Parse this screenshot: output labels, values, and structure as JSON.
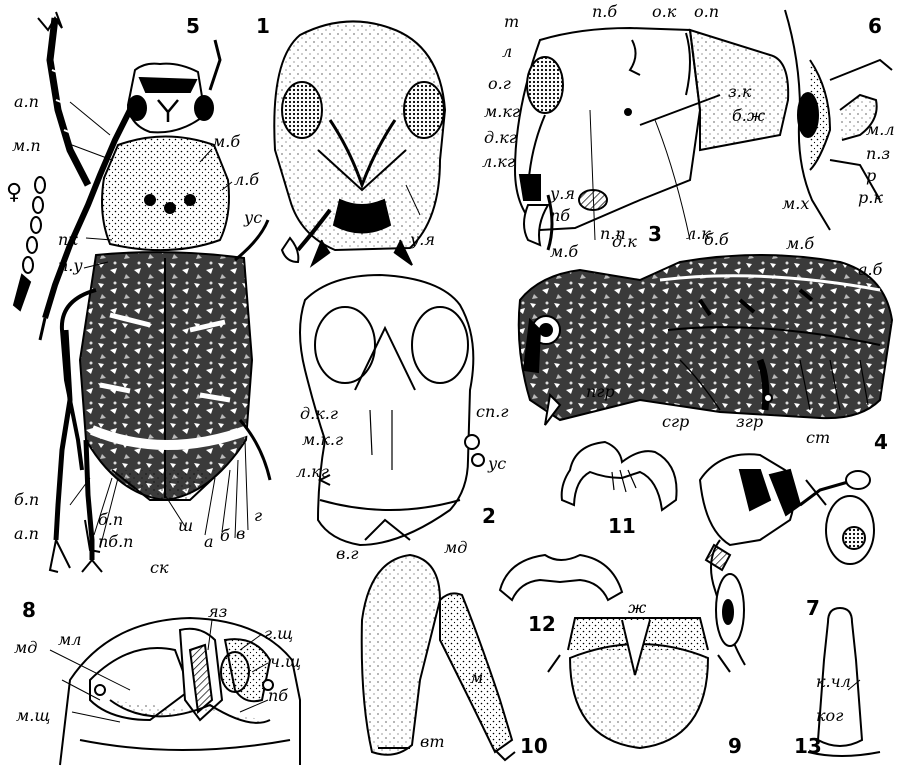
{
  "colors": {
    "ink": "#000000",
    "paper": "#ffffff",
    "dark_mottle": "#1a1a1a",
    "mid_mottle": "#555555",
    "stipple": "#8a8a8a"
  },
  "figure_numbers": [
    "1",
    "2",
    "3",
    "4",
    "5",
    "6",
    "7",
    "8",
    "9",
    "10",
    "11",
    "12",
    "13"
  ],
  "female_symbol": "♀",
  "labels": {
    "fig5": [
      "а.п",
      "м.п",
      "м.б",
      "л.б",
      "пк",
      "п.у",
      "б.п",
      "а.п",
      "б.п",
      "пб.п",
      "ш",
      "а",
      "б",
      "в",
      "г",
      "ск"
    ],
    "fig1": [
      "ус",
      "у.я"
    ],
    "fig3": [
      "т",
      "п.б",
      "о.к",
      "о.п",
      "л",
      "о.г",
      "м.кг",
      "д.кг",
      "л.кг",
      "з.к",
      "у.я",
      "пб",
      "п.п",
      "л.к"
    ],
    "fig6": [
      "б.ж",
      "м.л",
      "п.з",
      "р",
      "р.к",
      "м.х"
    ],
    "fig4": [
      "м.б",
      "д.к",
      "б.б",
      "м.б",
      "а.б",
      "пгр",
      "сгр",
      "згр",
      "ст"
    ],
    "fig2": [
      "д.к.г",
      "м.к.г",
      "л.кг",
      "сп.г",
      "ус",
      "в.г",
      "мд"
    ],
    "fig8": [
      "яз",
      "мд",
      "мл",
      "г.щ",
      "ч.щ",
      "пб",
      "м.щ"
    ],
    "fig9": [
      "ж"
    ],
    "fig10": [
      "м",
      "вт"
    ],
    "fig13": [
      "к.чл",
      "ког"
    ]
  }
}
